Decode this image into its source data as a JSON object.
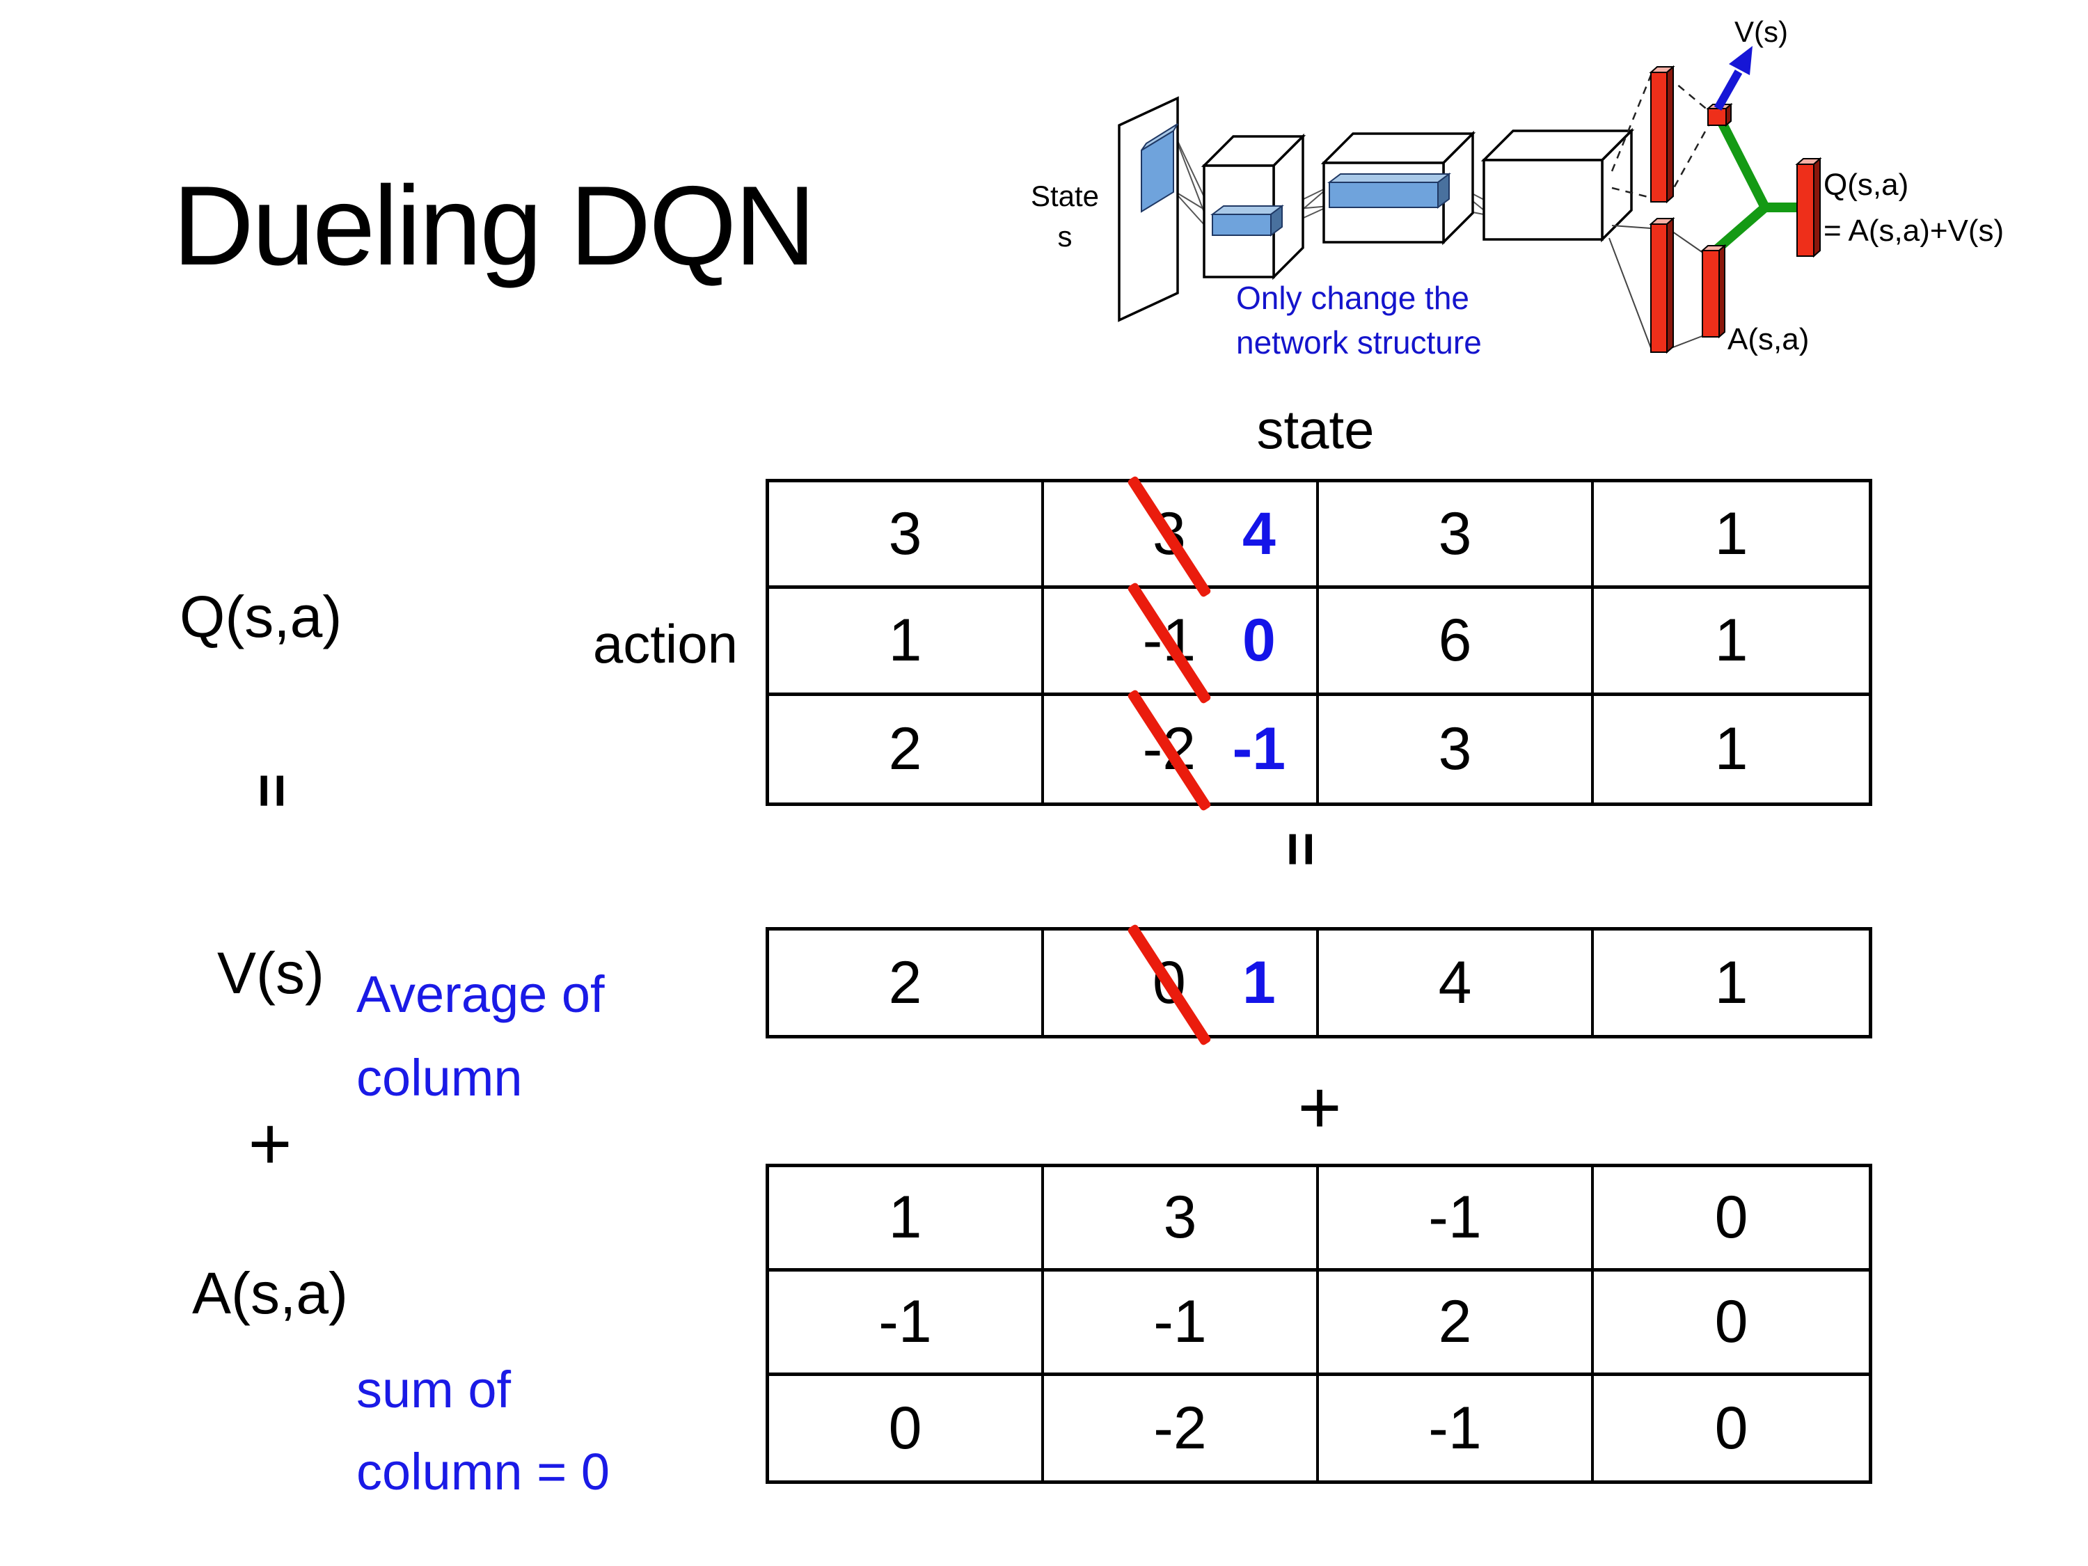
{
  "title": "Dueling DQN",
  "net": {
    "state_label_line1": "State",
    "state_label_line2": "s",
    "v_output_label": "V(s)",
    "q_output_label_line1": "Q(s,a)",
    "q_output_label_line2": "= A(s,a)+V(s)",
    "a_output_label": "A(s,a)",
    "note_line1": "Only change the",
    "note_line2": "network structure"
  },
  "mx": {
    "state_header": "state",
    "action_header": "action",
    "q_matrix_label": "Q(s,a)",
    "v_matrix_label": "V(s)",
    "a_matrix_label": "A(s,a)",
    "equals_sign": "=",
    "plus_sign": "+",
    "avg_note_line1": "Average of",
    "avg_note_line2": "column",
    "sum_note_line1": "sum of",
    "sum_note_line2": "column = 0",
    "q_rows": [
      {
        "c0": "3",
        "old": "3",
        "new": "4",
        "c2": "3",
        "c3": "1"
      },
      {
        "c0": "1",
        "old": "-1",
        "new": "0",
        "c2": "6",
        "c3": "1"
      },
      {
        "c0": "2",
        "old": "-2",
        "new": "-1",
        "c2": "3",
        "c3": "1"
      }
    ],
    "v_row": {
      "c0": "2",
      "old": "0",
      "new": "1",
      "c2": "4",
      "c3": "1"
    },
    "a_rows": [
      {
        "c0": "1",
        "c1": "3",
        "c2": "-1",
        "c3": "0"
      },
      {
        "c0": "-1",
        "c1": "-1",
        "c2": "2",
        "c3": "0"
      },
      {
        "c0": "0",
        "c1": "-2",
        "c2": "-1",
        "c3": "0"
      }
    ]
  },
  "colors": {
    "corrected_value_blue": "#1414e8",
    "annotation_blue": "#1a1ae6",
    "diagram_note_blue": "#1414cc",
    "strike_red": "#ea1c0d",
    "fc_bar_red": "#ee2f1a",
    "fc_bar_red_dark": "#8a170c",
    "merge_green": "#149a14",
    "arrow_blue": "#1616d6",
    "conv_slab_blue": "#6fa3dc",
    "conv_slab_blue_light": "#a9c9e8"
  }
}
